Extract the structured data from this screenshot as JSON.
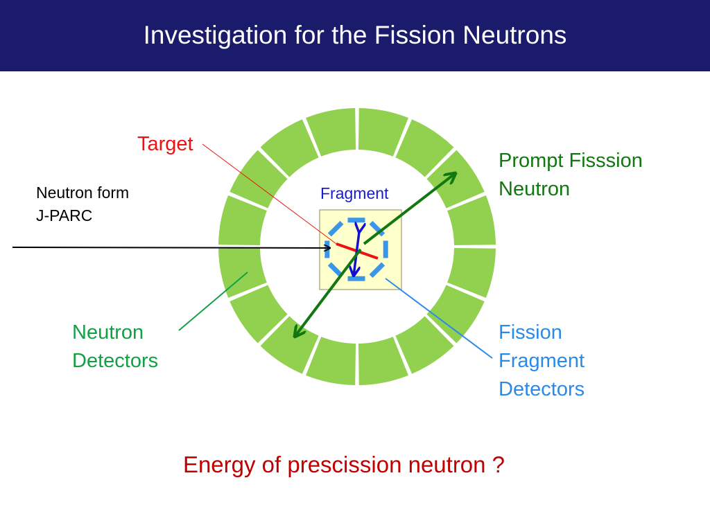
{
  "title": "Investigation for the Fission Neutrons",
  "labels": {
    "target": "Target",
    "neutron_source": [
      "Neutron form",
      "J-PARC"
    ],
    "fragment": "Fragment",
    "prompt_fission_neutron": [
      "Prompt Fisssion",
      "Neutron"
    ],
    "neutron_detectors": [
      "Neutron",
      "Detectors"
    ],
    "fission_fragment_detectors": [
      "Fission",
      "Fragment",
      "Detectors"
    ]
  },
  "question": "Energy of prescission neutron ?",
  "colors": {
    "title_bar": "#1b1b6b",
    "detector_ring": "#92d050",
    "target_box": "#ffffcc",
    "target": "#ee1111",
    "prompt_neutron": "#117711",
    "fragment_label": "#1a1ad0",
    "fragment_detectors": "#3a96e8",
    "neutron_detectors_label": "#11a044",
    "question": "#c00000"
  }
}
